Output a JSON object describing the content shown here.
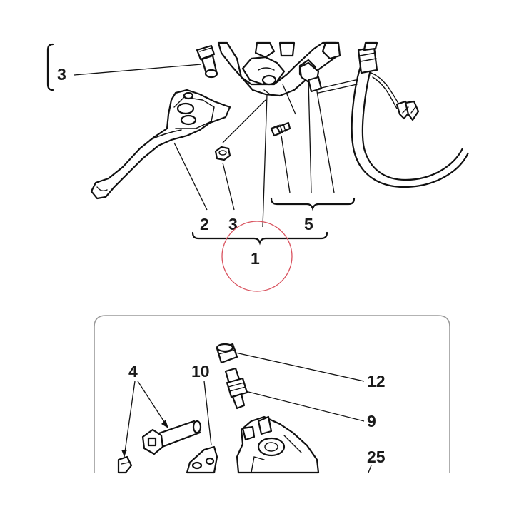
{
  "callouts": {
    "c3_top": "3",
    "c2": "2",
    "c3": "3",
    "c5": "5",
    "c1": "1",
    "c4": "4",
    "c10": "10",
    "c12": "12",
    "c9": "9",
    "c25": "25"
  },
  "colors": {
    "line": "#111111",
    "highlight_circle": "#d9535f",
    "inset_border": "#9a9a9a"
  }
}
